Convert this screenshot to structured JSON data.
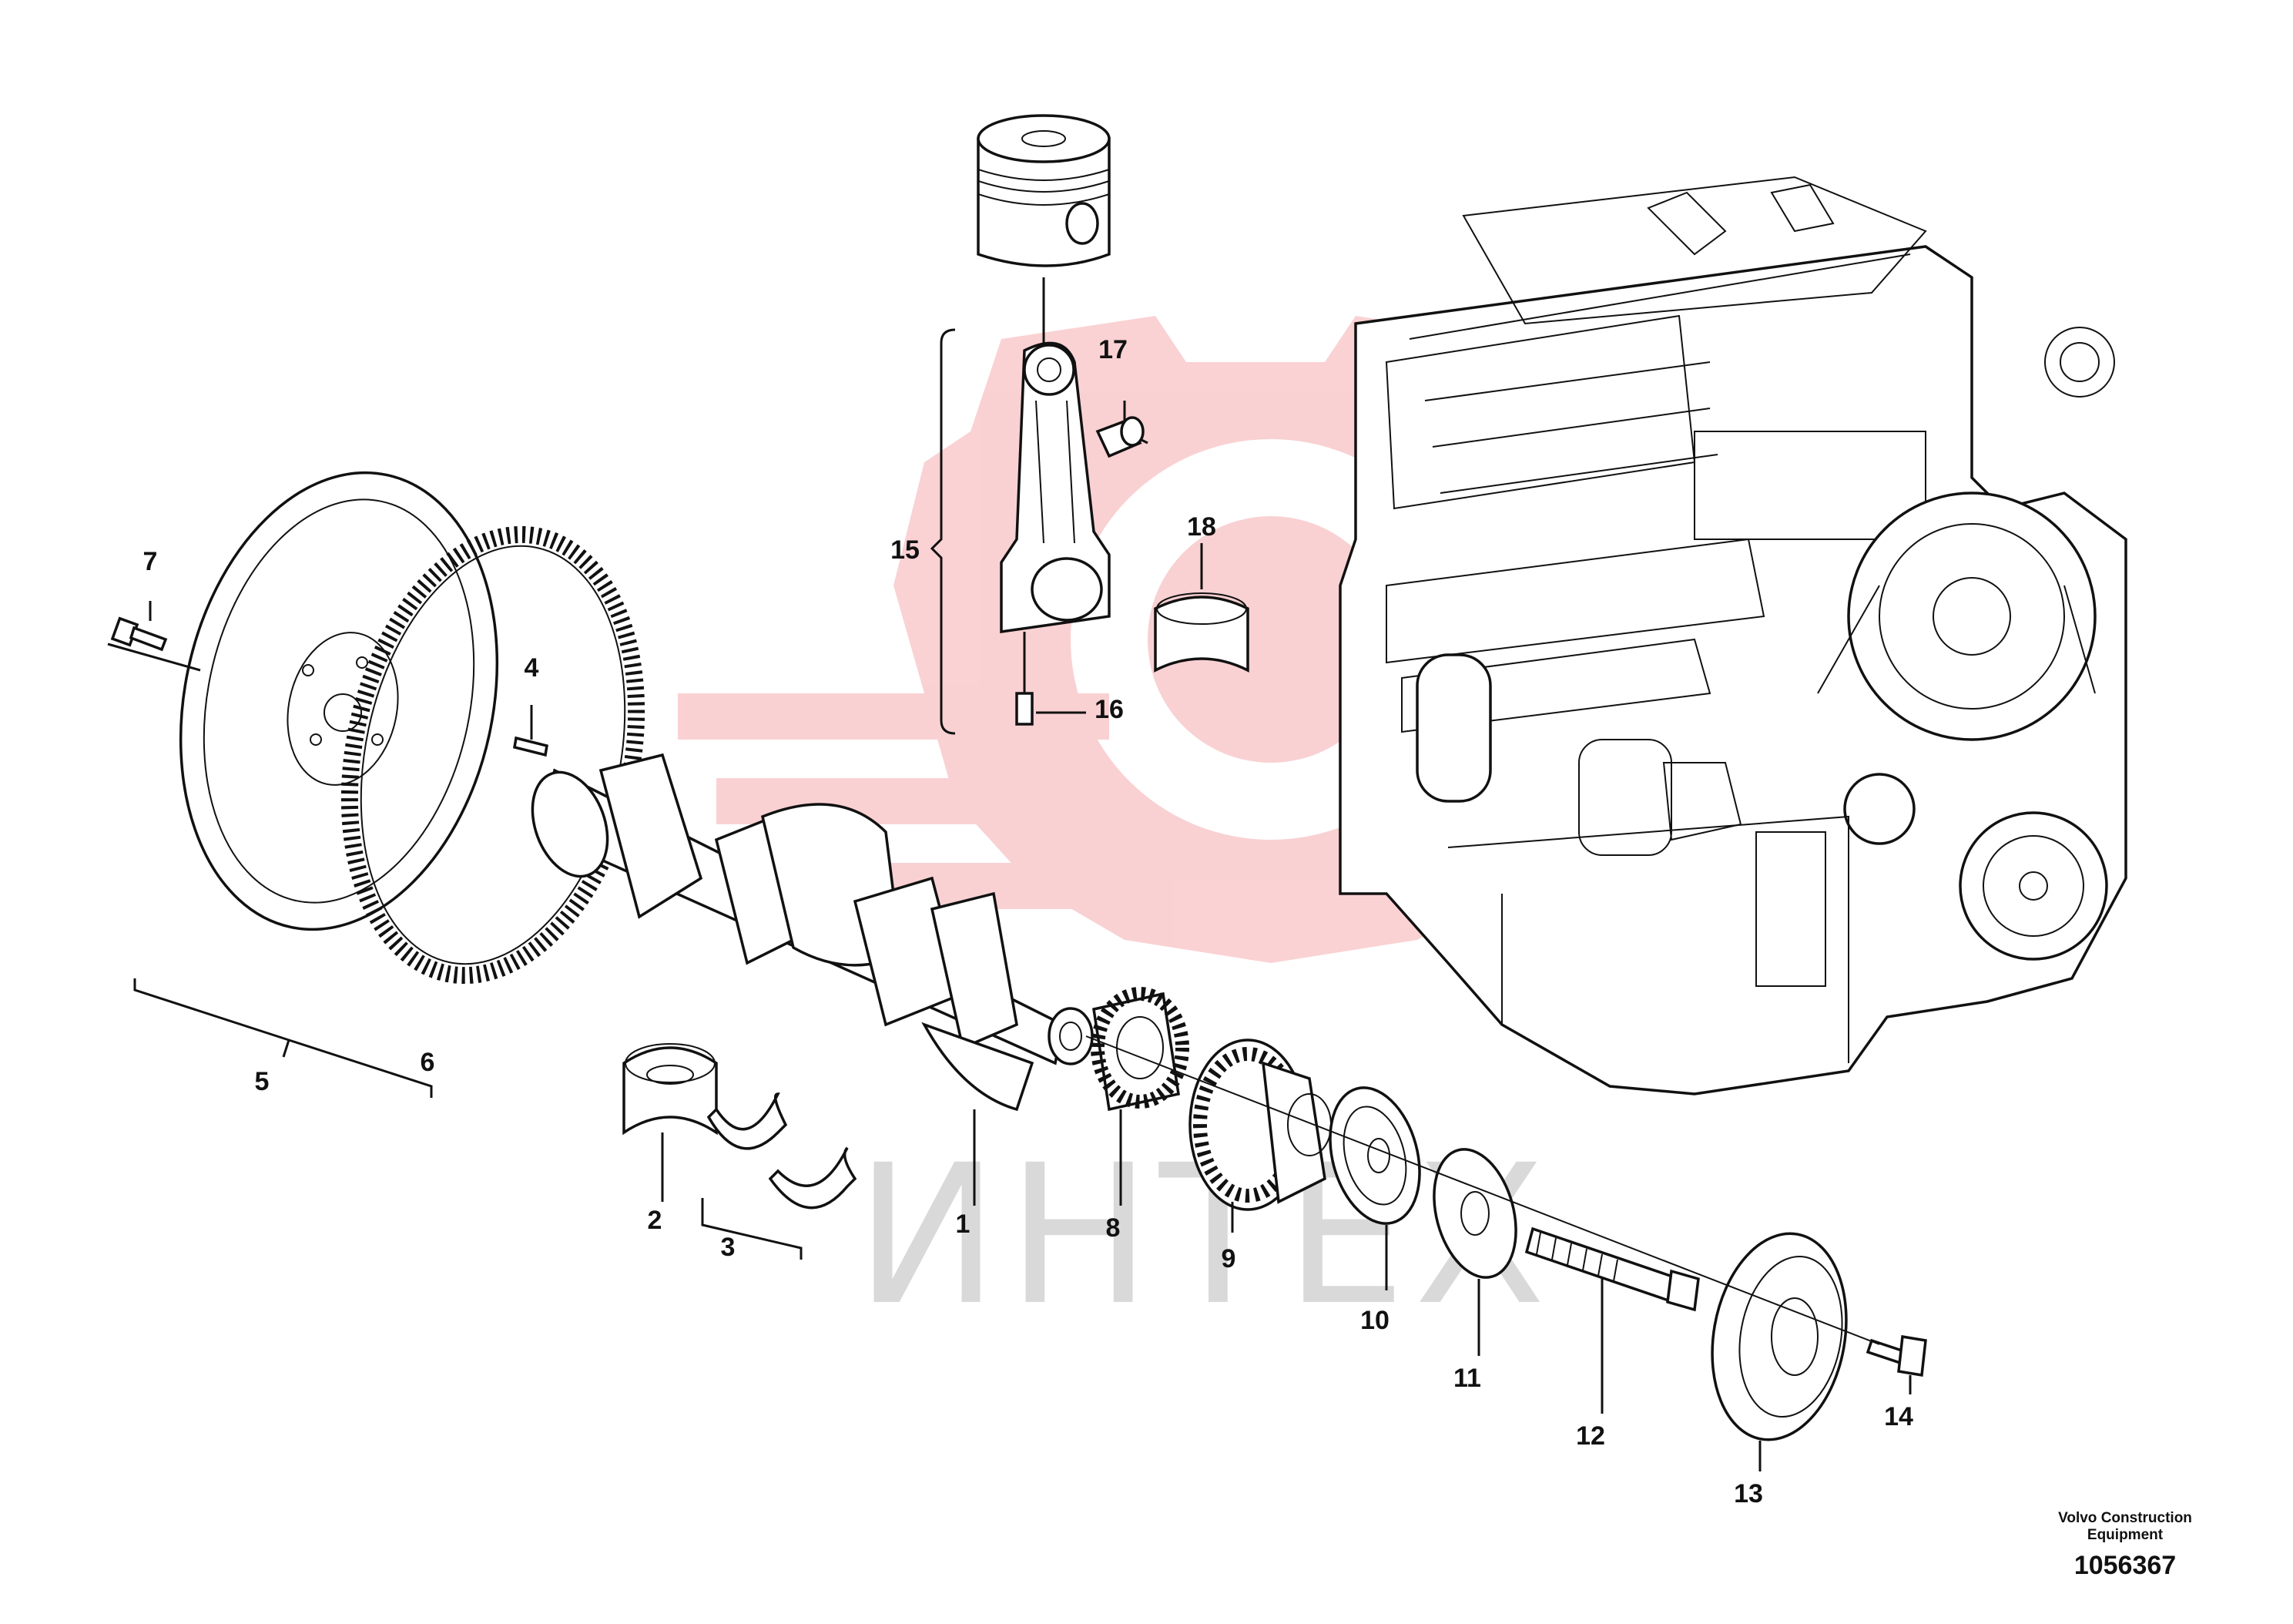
{
  "watermark": {
    "text": "ИНТЕХ",
    "color": "#e8323a"
  },
  "footer": {
    "brand": "Volvo Construction Equipment",
    "doc_number": "1056367"
  },
  "callouts": [
    "1",
    "2",
    "3",
    "4",
    "5",
    "6",
    "7",
    "8",
    "9",
    "10",
    "11",
    "12",
    "13",
    "14",
    "15",
    "16",
    "17",
    "18"
  ]
}
